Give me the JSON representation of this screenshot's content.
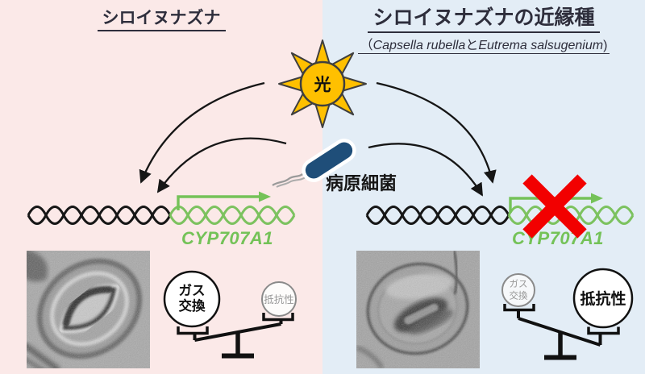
{
  "figure": {
    "left_panel": {
      "title": "シロイヌナズナ",
      "gene_label": "CYP707A1",
      "stoma_state": "open",
      "balance": {
        "big_circle_line1": "ガス",
        "big_circle_line2": "交換",
        "small_circle_label": "抵抗性"
      }
    },
    "right_panel": {
      "title": "シロイヌナズナの近縁種",
      "subtitle_prefix": "（",
      "subtitle_species1": "Capsella rubella",
      "subtitle_connector": "と",
      "subtitle_species2": "Eutrema salsugenium",
      "subtitle_suffix": ")",
      "gene_label": "CYP707A1",
      "gene_crossed_out": true,
      "stoma_state": "closed",
      "balance": {
        "small_circle_line1": "ガス",
        "small_circle_line2": "交換",
        "big_circle_label": "抵抗性"
      }
    },
    "center": {
      "sun_label": "光",
      "pathogen_label": "病原細菌"
    },
    "colors": {
      "left_bg": "#FBE9E8",
      "right_bg": "#E3EDF6",
      "sun": "#FFC000",
      "pathogen_body": "#1F4E79",
      "gene_green": "#74C258",
      "cross_red": "#F20000",
      "title_text": "#2E2E3C"
    }
  }
}
